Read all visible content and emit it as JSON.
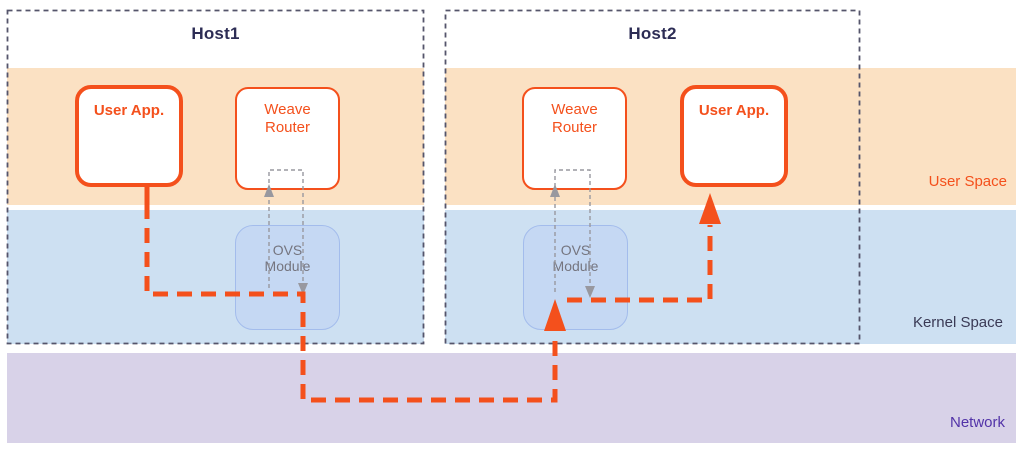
{
  "diagram": {
    "hosts": [
      {
        "title": "Host1",
        "user_app": "User App.",
        "weave_router": "Weave Router",
        "ovs_module": "OVS Module"
      },
      {
        "title": "Host2",
        "user_app": "User App.",
        "weave_router": "Weave Router",
        "ovs_module": "OVS Module"
      }
    ],
    "layers": {
      "user_space": "User Space",
      "kernel_space": "Kernel Space",
      "network": "Network"
    },
    "colors": {
      "accent_orange": "#f4501c",
      "user_space_band": "#fbe1c3",
      "kernel_space_band": "#cde0f2",
      "network_band": "#d8d2e8",
      "ovs_fill": "#c5d8f3",
      "ovs_border": "#a3bcec",
      "gray_flow": "#98989f",
      "host_border": "#55556b",
      "host_title": "#2d2d55",
      "kernel_label": "#3a3a55",
      "network_label": "#5233a8"
    }
  }
}
